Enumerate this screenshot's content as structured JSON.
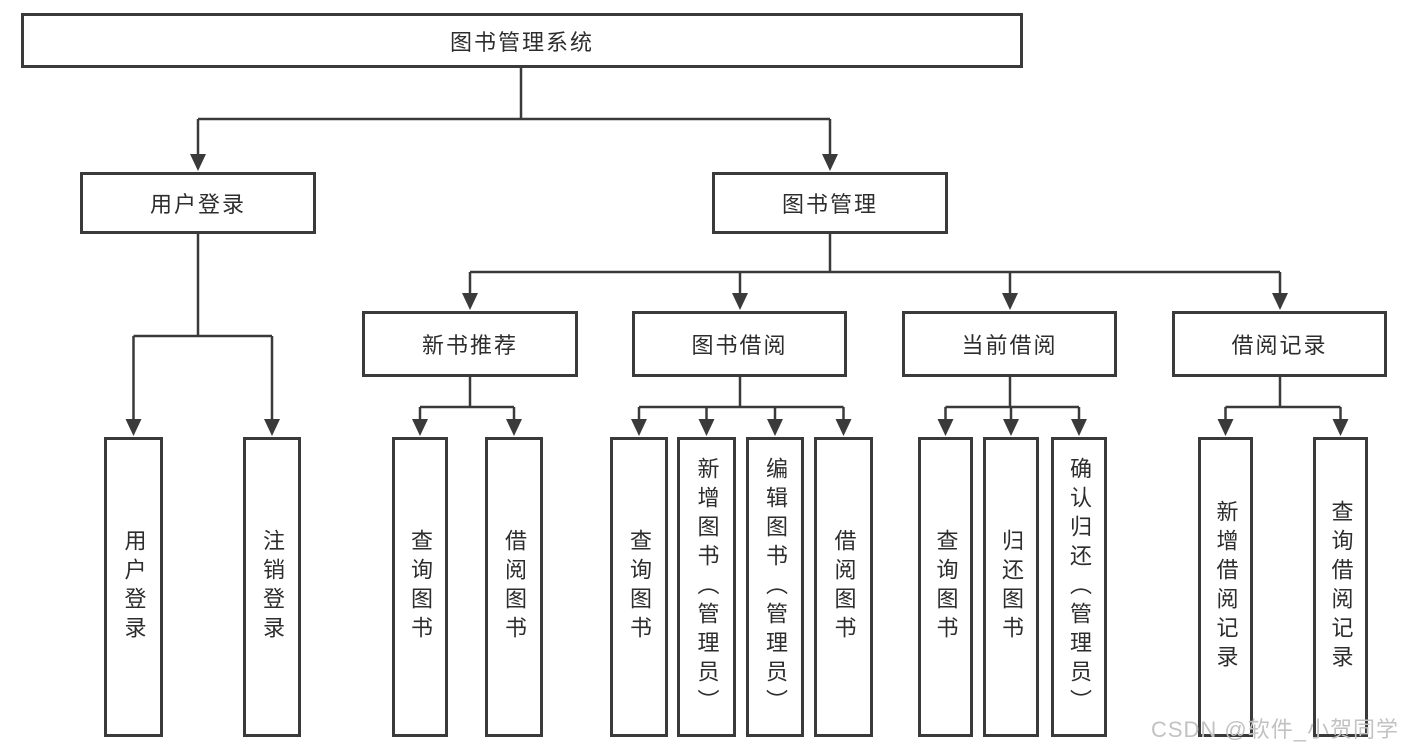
{
  "diagram": {
    "title": "图书管理系统",
    "tree": {
      "root": {
        "label": "图书管理系统"
      },
      "branches": [
        {
          "label": "用户登录",
          "children": [
            {
              "label": "用户登录"
            },
            {
              "label": "注销登录"
            }
          ]
        },
        {
          "label": "图书管理",
          "children": [
            {
              "label": "新书推荐",
              "children": [
                {
                  "label": "查询图书"
                },
                {
                  "label": "借阅图书"
                }
              ]
            },
            {
              "label": "图书借阅",
              "children": [
                {
                  "label": "查询图书"
                },
                {
                  "label": "新增图书（管理员）"
                },
                {
                  "label": "编辑图书（管理员）"
                },
                {
                  "label": "借阅图书"
                }
              ]
            },
            {
              "label": "当前借阅",
              "children": [
                {
                  "label": "查询图书"
                },
                {
                  "label": "归还图书"
                },
                {
                  "label": "确认归还（管理员）"
                }
              ]
            },
            {
              "label": "借阅记录",
              "children": [
                {
                  "label": "新增借阅记录"
                },
                {
                  "label": "查询借阅记录"
                }
              ]
            }
          ]
        }
      ]
    },
    "colors": {
      "line": "#3a3a3a",
      "box_border": "#3a3a3a",
      "text": "#2d2d2d",
      "watermark": "#c2c2c2",
      "background": "#ffffff"
    }
  },
  "watermark": {
    "text": "CSDN @软件_小贺同学"
  }
}
